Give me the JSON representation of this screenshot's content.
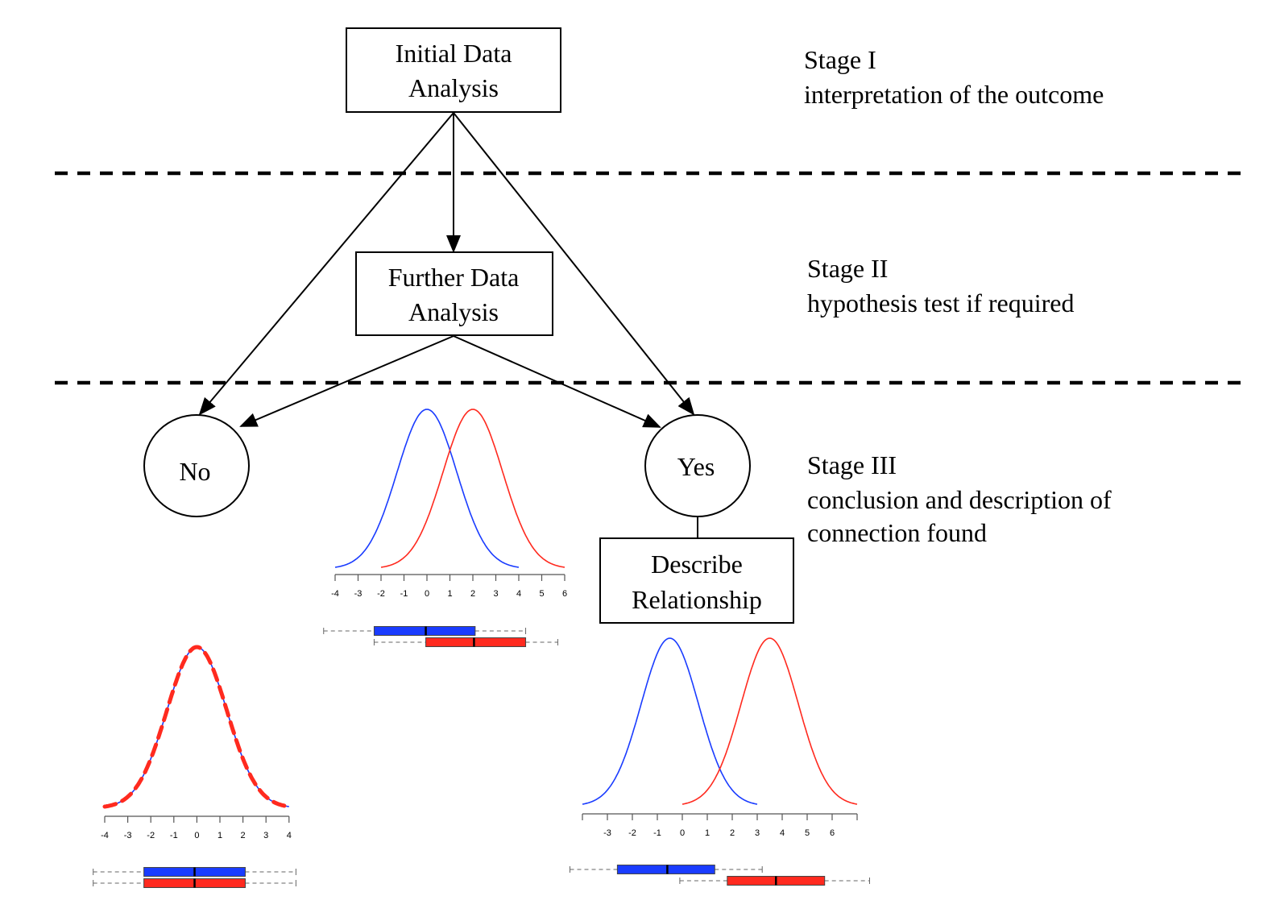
{
  "nodes": {
    "initial": {
      "lines": [
        "Initial Data",
        "Analysis"
      ]
    },
    "further": {
      "lines": [
        "Further Data",
        "Analysis"
      ]
    },
    "no": {
      "label": "No"
    },
    "yes": {
      "label": "Yes"
    },
    "describe": {
      "lines": [
        "Describe",
        "Relationship"
      ]
    }
  },
  "stages": [
    {
      "title": "Stage I",
      "lines": [
        "interpretation of the outcome"
      ]
    },
    {
      "title": "Stage II",
      "lines": [
        "hypothesis test if required"
      ]
    },
    {
      "title": "Stage III",
      "lines": [
        "conclusion and description of",
        "connection found"
      ]
    }
  ],
  "edges": [
    {
      "from": "Initial Data Analysis",
      "to": "No"
    },
    {
      "from": "Initial Data Analysis",
      "to": "Further Data Analysis"
    },
    {
      "from": "Initial Data Analysis",
      "to": "Yes"
    },
    {
      "from": "Further Data Analysis",
      "to": "No"
    },
    {
      "from": "Further Data Analysis",
      "to": "Yes"
    },
    {
      "from": "Yes",
      "to": "Describe Relationship",
      "arrow": false
    }
  ],
  "colors": {
    "blue": "#1a3cff",
    "red": "#ff2a1f",
    "axis": "#555555"
  },
  "chart_data": [
    {
      "id": "no-difference",
      "type": "line",
      "title": "",
      "xlim": [
        -4,
        4
      ],
      "ticks": [
        -4,
        -3,
        -2,
        -1,
        0,
        1,
        2,
        3,
        4
      ],
      "tick_labels": [
        "-4",
        "-3",
        "-2",
        "-1",
        "0",
        "1",
        "2",
        "3",
        "4"
      ],
      "series": [
        {
          "name": "blue",
          "color": "blue",
          "kind": "normal",
          "mean": 0,
          "sd": 1.3,
          "range": [
            -4,
            4
          ],
          "dashed": false
        },
        {
          "name": "red",
          "color": "red",
          "kind": "normal",
          "mean": 0,
          "sd": 1.3,
          "range": [
            -4,
            4
          ],
          "dashed": true
        }
      ],
      "boxplots": [
        {
          "name": "blue",
          "color": "blue",
          "whisker_low": -4.5,
          "q1": -2.3,
          "median": -0.1,
          "q3": 2.1,
          "whisker_high": 4.3
        },
        {
          "name": "red",
          "color": "red",
          "whisker_low": -4.5,
          "q1": -2.3,
          "median": -0.1,
          "q3": 2.1,
          "whisker_high": 4.3
        }
      ]
    },
    {
      "id": "partial-overlap",
      "type": "line",
      "title": "",
      "xlim": [
        -4,
        6
      ],
      "ticks": [
        -4,
        -3,
        -2,
        -1,
        0,
        1,
        2,
        3,
        4,
        5,
        6
      ],
      "tick_labels": [
        "-4",
        "-3",
        "-2",
        "-1",
        "0",
        "1",
        "2",
        "3",
        "4",
        "5",
        "6"
      ],
      "series": [
        {
          "name": "blue",
          "color": "blue",
          "kind": "normal",
          "mean": 0,
          "sd": 1.3,
          "range": [
            -4,
            4
          ],
          "dashed": false
        },
        {
          "name": "red",
          "color": "red",
          "kind": "normal",
          "mean": 2,
          "sd": 1.3,
          "range": [
            -2,
            6
          ],
          "dashed": false
        }
      ],
      "boxplots": [
        {
          "name": "blue",
          "color": "blue",
          "whisker_low": -4.5,
          "q1": -2.3,
          "median": -0.05,
          "q3": 2.1,
          "whisker_high": 4.3
        },
        {
          "name": "red",
          "color": "red",
          "whisker_low": -2.3,
          "q1": -0.05,
          "median": 2.05,
          "q3": 4.3,
          "whisker_high": 5.7
        }
      ]
    },
    {
      "id": "clear-difference",
      "type": "line",
      "title": "",
      "xlim": [
        -4,
        7
      ],
      "ticks": [
        -4,
        -3,
        -2,
        -1,
        0,
        1,
        2,
        3,
        4,
        5,
        6,
        7
      ],
      "tick_labels": [
        "",
        "-3",
        "-2",
        "-1",
        "0",
        "1",
        "2",
        "3",
        "4",
        "5",
        "6",
        ""
      ],
      "series": [
        {
          "name": "blue",
          "color": "blue",
          "kind": "normal",
          "mean": -0.5,
          "sd": 1.15,
          "range": [
            -4,
            3
          ],
          "dashed": false
        },
        {
          "name": "red",
          "color": "red",
          "kind": "normal",
          "mean": 3.5,
          "sd": 1.15,
          "range": [
            0,
            7
          ],
          "dashed": false
        }
      ],
      "boxplots": [
        {
          "name": "blue",
          "color": "blue",
          "whisker_low": -4.5,
          "q1": -2.6,
          "median": -0.6,
          "q3": 1.3,
          "whisker_high": 3.2
        },
        {
          "name": "red",
          "color": "red",
          "whisker_low": -0.1,
          "q1": 1.8,
          "median": 3.75,
          "q3": 5.7,
          "whisker_high": 7.5
        }
      ]
    }
  ]
}
